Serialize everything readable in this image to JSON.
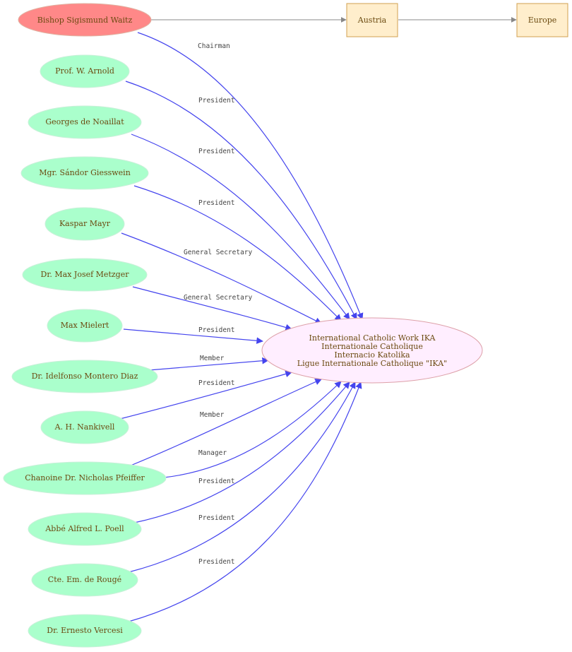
{
  "colors": {
    "person_fill": "#aaffcc",
    "person_stroke": "#c8f0d8",
    "root_fill": "#ff8888",
    "root_stroke": "#e0b0a0",
    "place_fill": "#ffeecc",
    "place_stroke": "#d0a050",
    "org_fill": "#ffeeff",
    "org_stroke": "#dda0a8",
    "edge_blue": "#4444ee",
    "edge_gray": "#888888",
    "text_brown": "#6b4a10"
  },
  "nodes": {
    "waitz": "Bishop Sigismund Waitz",
    "austria": "Austria",
    "europe": "Europe",
    "ika": {
      "line1": "International Catholic Work IKA",
      "line2": "Internationale Catholique",
      "line3": "Internacio Katolika",
      "line4": "Ligue Internationale Catholique \"IKA\""
    },
    "people": [
      {
        "label": "Prof. W. Arnold",
        "role": "President"
      },
      {
        "label": "Georges  de Noaillat",
        "role": "President"
      },
      {
        "label": "Mgr. Sándor Giesswein",
        "role": "President"
      },
      {
        "label": "Kaspar Mayr",
        "role": "General Secretary"
      },
      {
        "label": "Dr. Max Josef Metzger",
        "role": "General Secretary"
      },
      {
        "label": "Max Mielert",
        "role": "President"
      },
      {
        "label": "Dr. Idelfonso Montero Diaz",
        "role": "Member"
      },
      {
        "label": "A. H. Nankivell",
        "role": "President"
      },
      {
        "label": "Chanoine Dr. Nicholas Pfeiffer",
        "role": "Member"
      },
      {
        "label": "Abbé Alfred L. Poell",
        "role": "President"
      },
      {
        "label": "Cte. Em. de Rougé",
        "role": "President"
      },
      {
        "label": "Dr.  Ernesto Vercesi",
        "role": "President"
      }
    ],
    "pfeiffer_second_role": "Manager",
    "waitz_role": "Chairman"
  }
}
